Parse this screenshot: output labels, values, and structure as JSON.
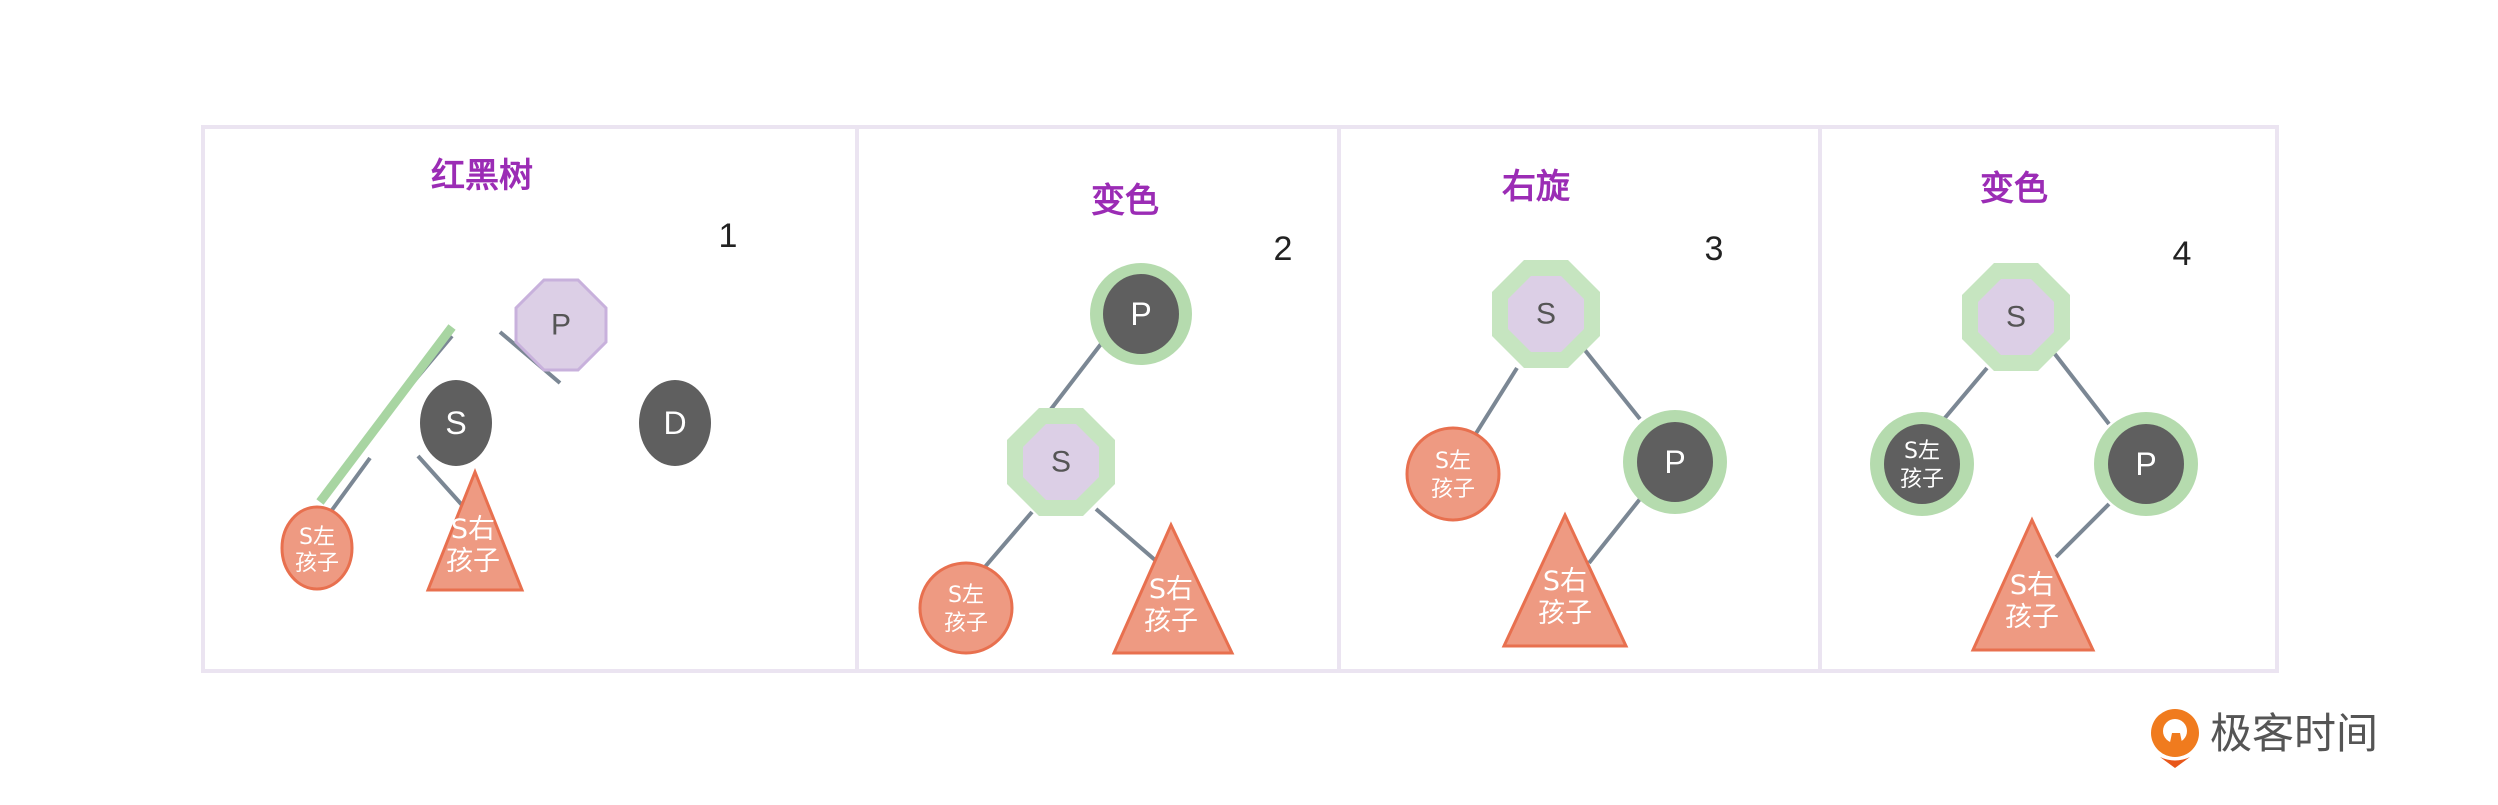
{
  "panels": [
    {
      "title": "红黑树",
      "step": "1",
      "nodes": {
        "parent": "P",
        "sibling": "S",
        "deleted": "D",
        "left_child": [
          "S左",
          "孩子"
        ],
        "right_child": [
          "S右",
          "孩子"
        ]
      }
    },
    {
      "title": "变色",
      "step": "2",
      "nodes": {
        "parent": "P",
        "sibling": "S",
        "left_child": [
          "S左",
          "孩子"
        ],
        "right_child": [
          "S右",
          "孩子"
        ]
      }
    },
    {
      "title": "右旋",
      "step": "3",
      "nodes": {
        "parent": "P",
        "sibling": "S",
        "left_child": [
          "S左",
          "孩子"
        ],
        "right_child": [
          "S右",
          "孩子"
        ]
      }
    },
    {
      "title": "变色",
      "step": "4",
      "nodes": {
        "parent": "P",
        "sibling": "S",
        "left_child": [
          "S左",
          "孩子"
        ],
        "right_child": [
          "S右",
          "孩子"
        ]
      }
    }
  ],
  "logo": {
    "text": "极客时间"
  },
  "colors": {
    "title": "#9b2cb5",
    "black_node": "#5f5f5f",
    "red_node": "#ee9a82",
    "lilac_node": "#dccfe6",
    "green_ring": "#b5dbae"
  }
}
